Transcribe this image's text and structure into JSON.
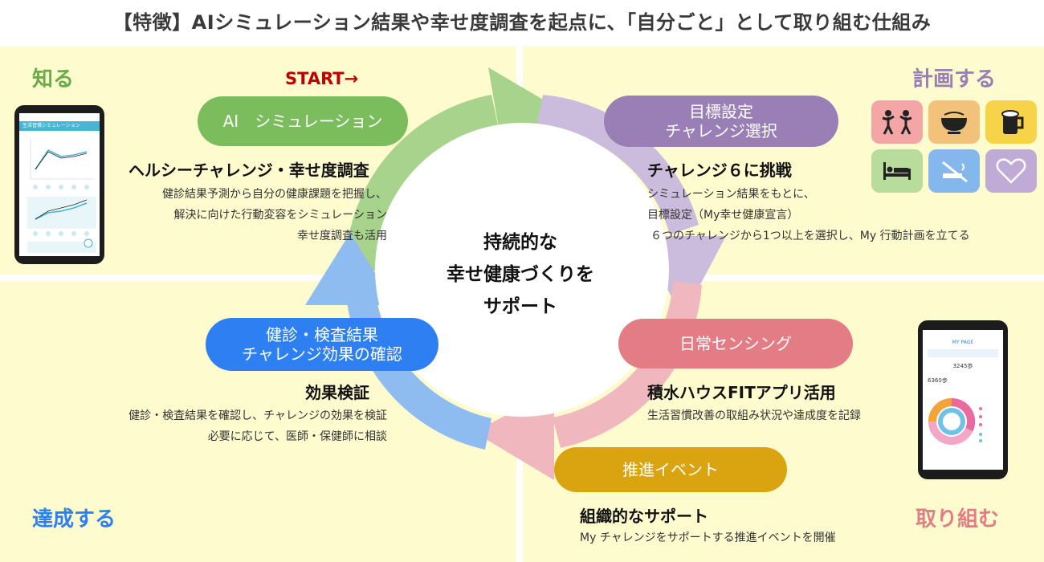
{
  "title": "【特徴】AIシミュレーション結果や幸せ度調査を起点に、「自分ごと」として取り組む仕組み",
  "quadrants": {
    "know": "知る",
    "plan": "計画する",
    "achieve": "達成する",
    "engage": "取り組む"
  },
  "start_label": "START→",
  "center_text": [
    "持続的な",
    "幸せ健康づくりを",
    "サポート"
  ],
  "steps": {
    "ai": {
      "pill": [
        "AI　シミュレーション"
      ],
      "heading": "ヘルシーチャレンジ・幸せ度調査",
      "desc": [
        "健診結果予測から自分の健康課題を把握し、",
        "解決に向けた行動変容をシミュレーション",
        "幸せ度調査も活用"
      ]
    },
    "goal": {
      "pill": [
        "目標設定",
        "チャレンジ選択"
      ],
      "heading": "チャレンジ６に挑戦",
      "desc": [
        "シミュレーション結果をもとに、",
        "目標設定（My幸せ健康宣言）",
        "６つのチャレンジから1つ以上を選択し、My 行動計画を立てる"
      ]
    },
    "sensing": {
      "pill": [
        "日常センシング"
      ],
      "heading": "積水ハウスFITアプリ活用",
      "desc": [
        "生活習慣改善の取組み状況や達成度を記録"
      ]
    },
    "check": {
      "pill": [
        "健診・検査結果",
        "チャレンジ効果の確認"
      ],
      "heading": "効果検証",
      "desc": [
        "健診・検査結果を確認し、チャレンジの効果を検証",
        "必要に応じて、医師・保健師に相談"
      ]
    },
    "event": {
      "pill": [
        "推進イベント"
      ],
      "heading": "組織的なサポート",
      "desc": [
        "My チャレンジをサポートする推進イベントを開催"
      ]
    }
  },
  "challenge_icons": [
    {
      "name": "exercise-icon",
      "color": "#f4a6a6"
    },
    {
      "name": "meal-bowl-icon",
      "color": "#f2c27a"
    },
    {
      "name": "beer-mug-icon",
      "color": "#f7d34a"
    },
    {
      "name": "sleep-bed-icon",
      "color": "#b8dc9c"
    },
    {
      "name": "no-smoking-icon",
      "color": "#84b8ec"
    },
    {
      "name": "heart-icon",
      "color": "#c0aad6"
    }
  ],
  "phone_left": {
    "header": "生活習慣シミュレーション"
  },
  "phone_right": {
    "header": "MY PAGE",
    "steps_value": "3245歩",
    "money_value": "6360歩"
  },
  "colors": {
    "quadrant_bg": "#fefbcf",
    "know": "#6cab4a",
    "plan": "#9a7fb6",
    "achieve": "#2e80f2",
    "engage": "#e47c86",
    "start": "#c00000"
  }
}
